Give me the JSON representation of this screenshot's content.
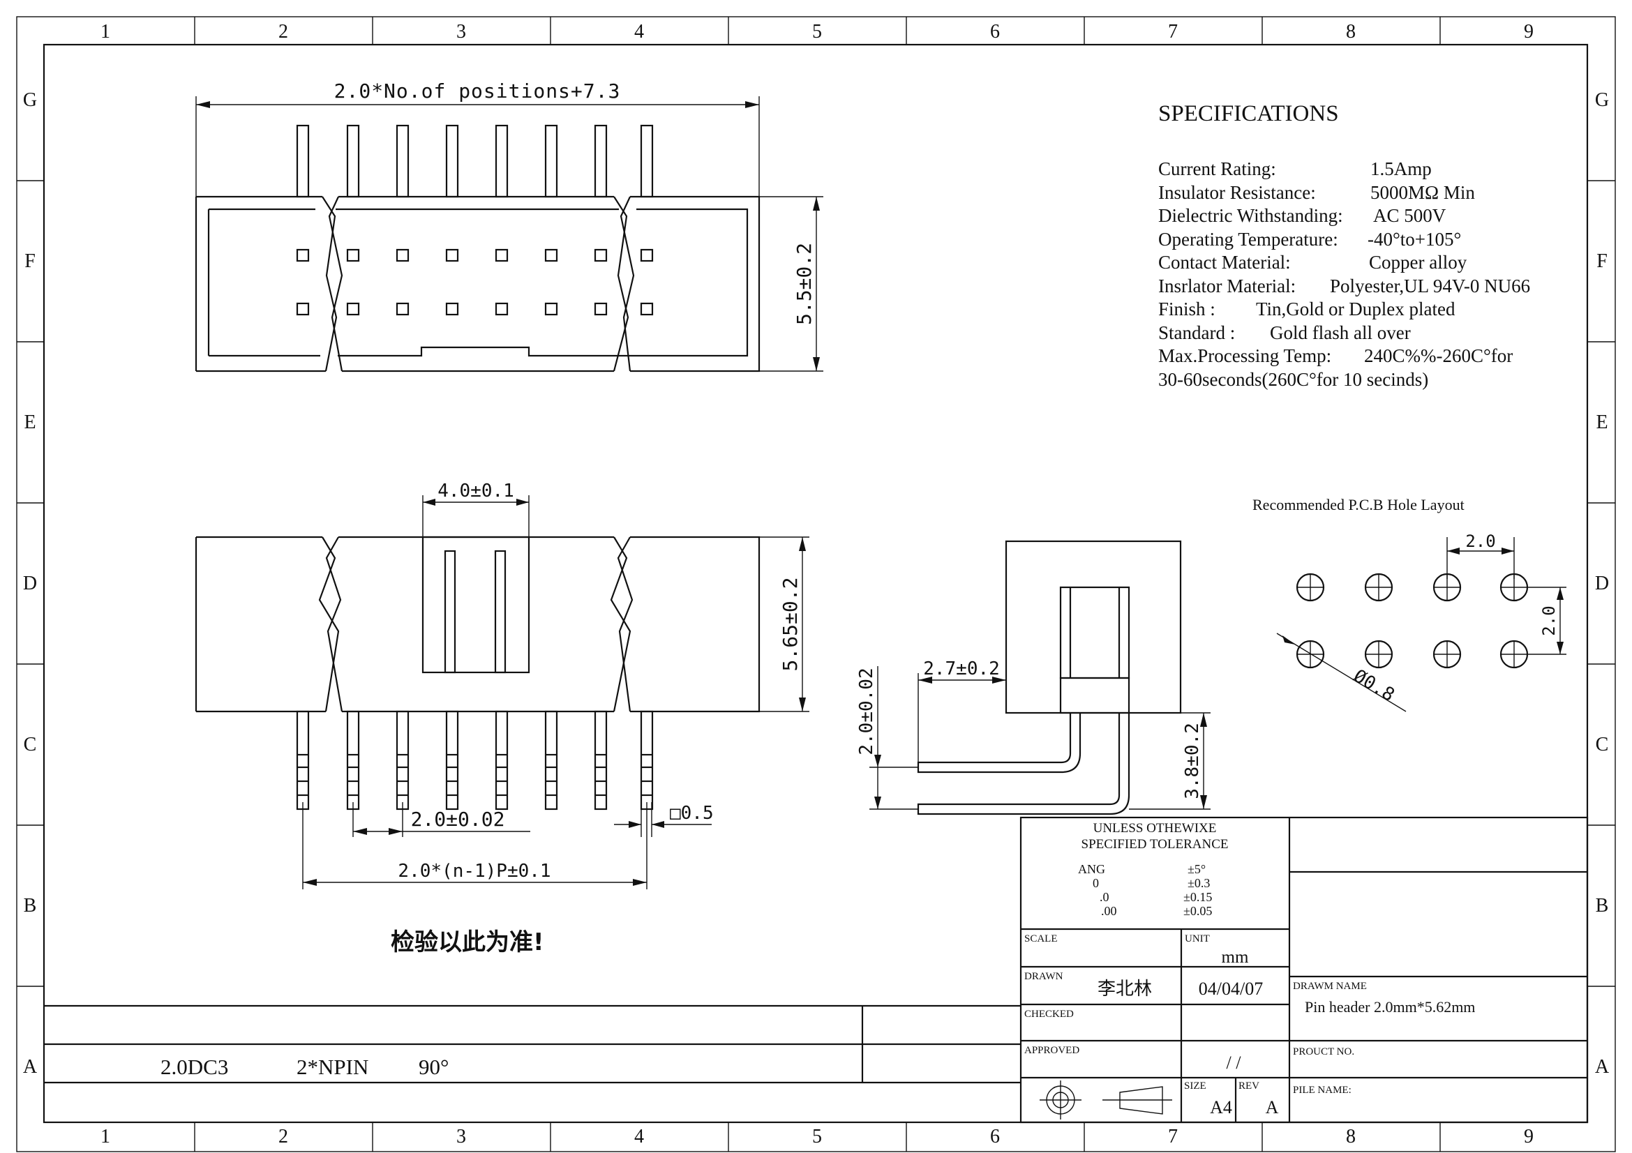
{
  "frame": {
    "columns": [
      "1",
      "2",
      "3",
      "4",
      "5",
      "6",
      "7",
      "8",
      "9"
    ],
    "rows": [
      "G",
      "F",
      "E",
      "D",
      "C",
      "B",
      "A"
    ]
  },
  "top_view": {
    "width_dim": "2.0*No.of positions+7.3",
    "height_dim": "5.5±0.2"
  },
  "front_view": {
    "key_dim": "4.0±0.1",
    "height_dim": "5.65±0.2",
    "pitch_dim": "2.0±0.02",
    "pin_dim": "□0.5",
    "span_dim": "2.0*(n-1)P±0.1",
    "inspection_note": "检验以此为准!"
  },
  "side_view": {
    "offset_dim": "2.7±0.2",
    "row_dim": "2.0±0.02",
    "pin_len_dim": "3.8±0.2"
  },
  "specifications": {
    "title": "SPECIFICATIONS",
    "lines": [
      {
        "label": "Current Rating:",
        "value": "1.5Amp"
      },
      {
        "label": "Insulator Resistance:",
        "value": "5000MΩ  Min"
      },
      {
        "label": "Dielectric Withstanding:",
        "value": "AC  500V"
      },
      {
        "label": "Operating Temperature:",
        "value": "-40°to+105°"
      },
      {
        "label": "Contact Material:",
        "value": "Copper alloy"
      },
      {
        "label": "Insrlator Material:",
        "value": "Polyester,UL  94V-0 NU66"
      },
      {
        "label": "Finish :",
        "value": "Tin,Gold or Duplex plated"
      },
      {
        "label": "Standard :",
        "value": "Gold flash all over"
      },
      {
        "label": "Max.Processing Temp:",
        "value": "240C%%-260C°for"
      },
      {
        "label": "",
        "value": "30-60seconds(260C°for 10 secinds)"
      }
    ]
  },
  "pcb_layout": {
    "title": "Recommended P.C.B  Hole Layout",
    "pitch_x": "2.0",
    "pitch_y": "2.0",
    "hole_dia": "Ø0.8"
  },
  "title_block": {
    "tolerance_title_1": "UNLESS OTHEWIXE",
    "tolerance_title_2": "SPECIFIED TOLERANCE",
    "tolerances": [
      {
        "key": "ANG",
        "value": "±5°"
      },
      {
        "key": "0",
        "value": "±0.3"
      },
      {
        "key": ".0",
        "value": "±0.15"
      },
      {
        "key": ".00",
        "value": "±0.05"
      }
    ],
    "scale_label": "SCALE",
    "unit_label": "UNIT",
    "unit_value": "mm",
    "drawn_label": "DRAWN",
    "drawn_by": "李北林",
    "drawn_date": "04/04/07",
    "checked_label": "CHECKED",
    "approved_label": "APPROVED",
    "approved_value": "/     /",
    "size_label": "SIZE",
    "size_value": "A4",
    "rev_label": "REV",
    "rev_value": "A",
    "drawing_name_label": "DRAWM NAME",
    "drawing_name": "Pin header 2.0mm*5.62mm",
    "product_no_label": "PROUCT   NO.",
    "file_name_label": "PILE  NAME:"
  },
  "part_row": {
    "code": "2.0DC3",
    "pins": "2*NPIN",
    "angle": "90°"
  }
}
